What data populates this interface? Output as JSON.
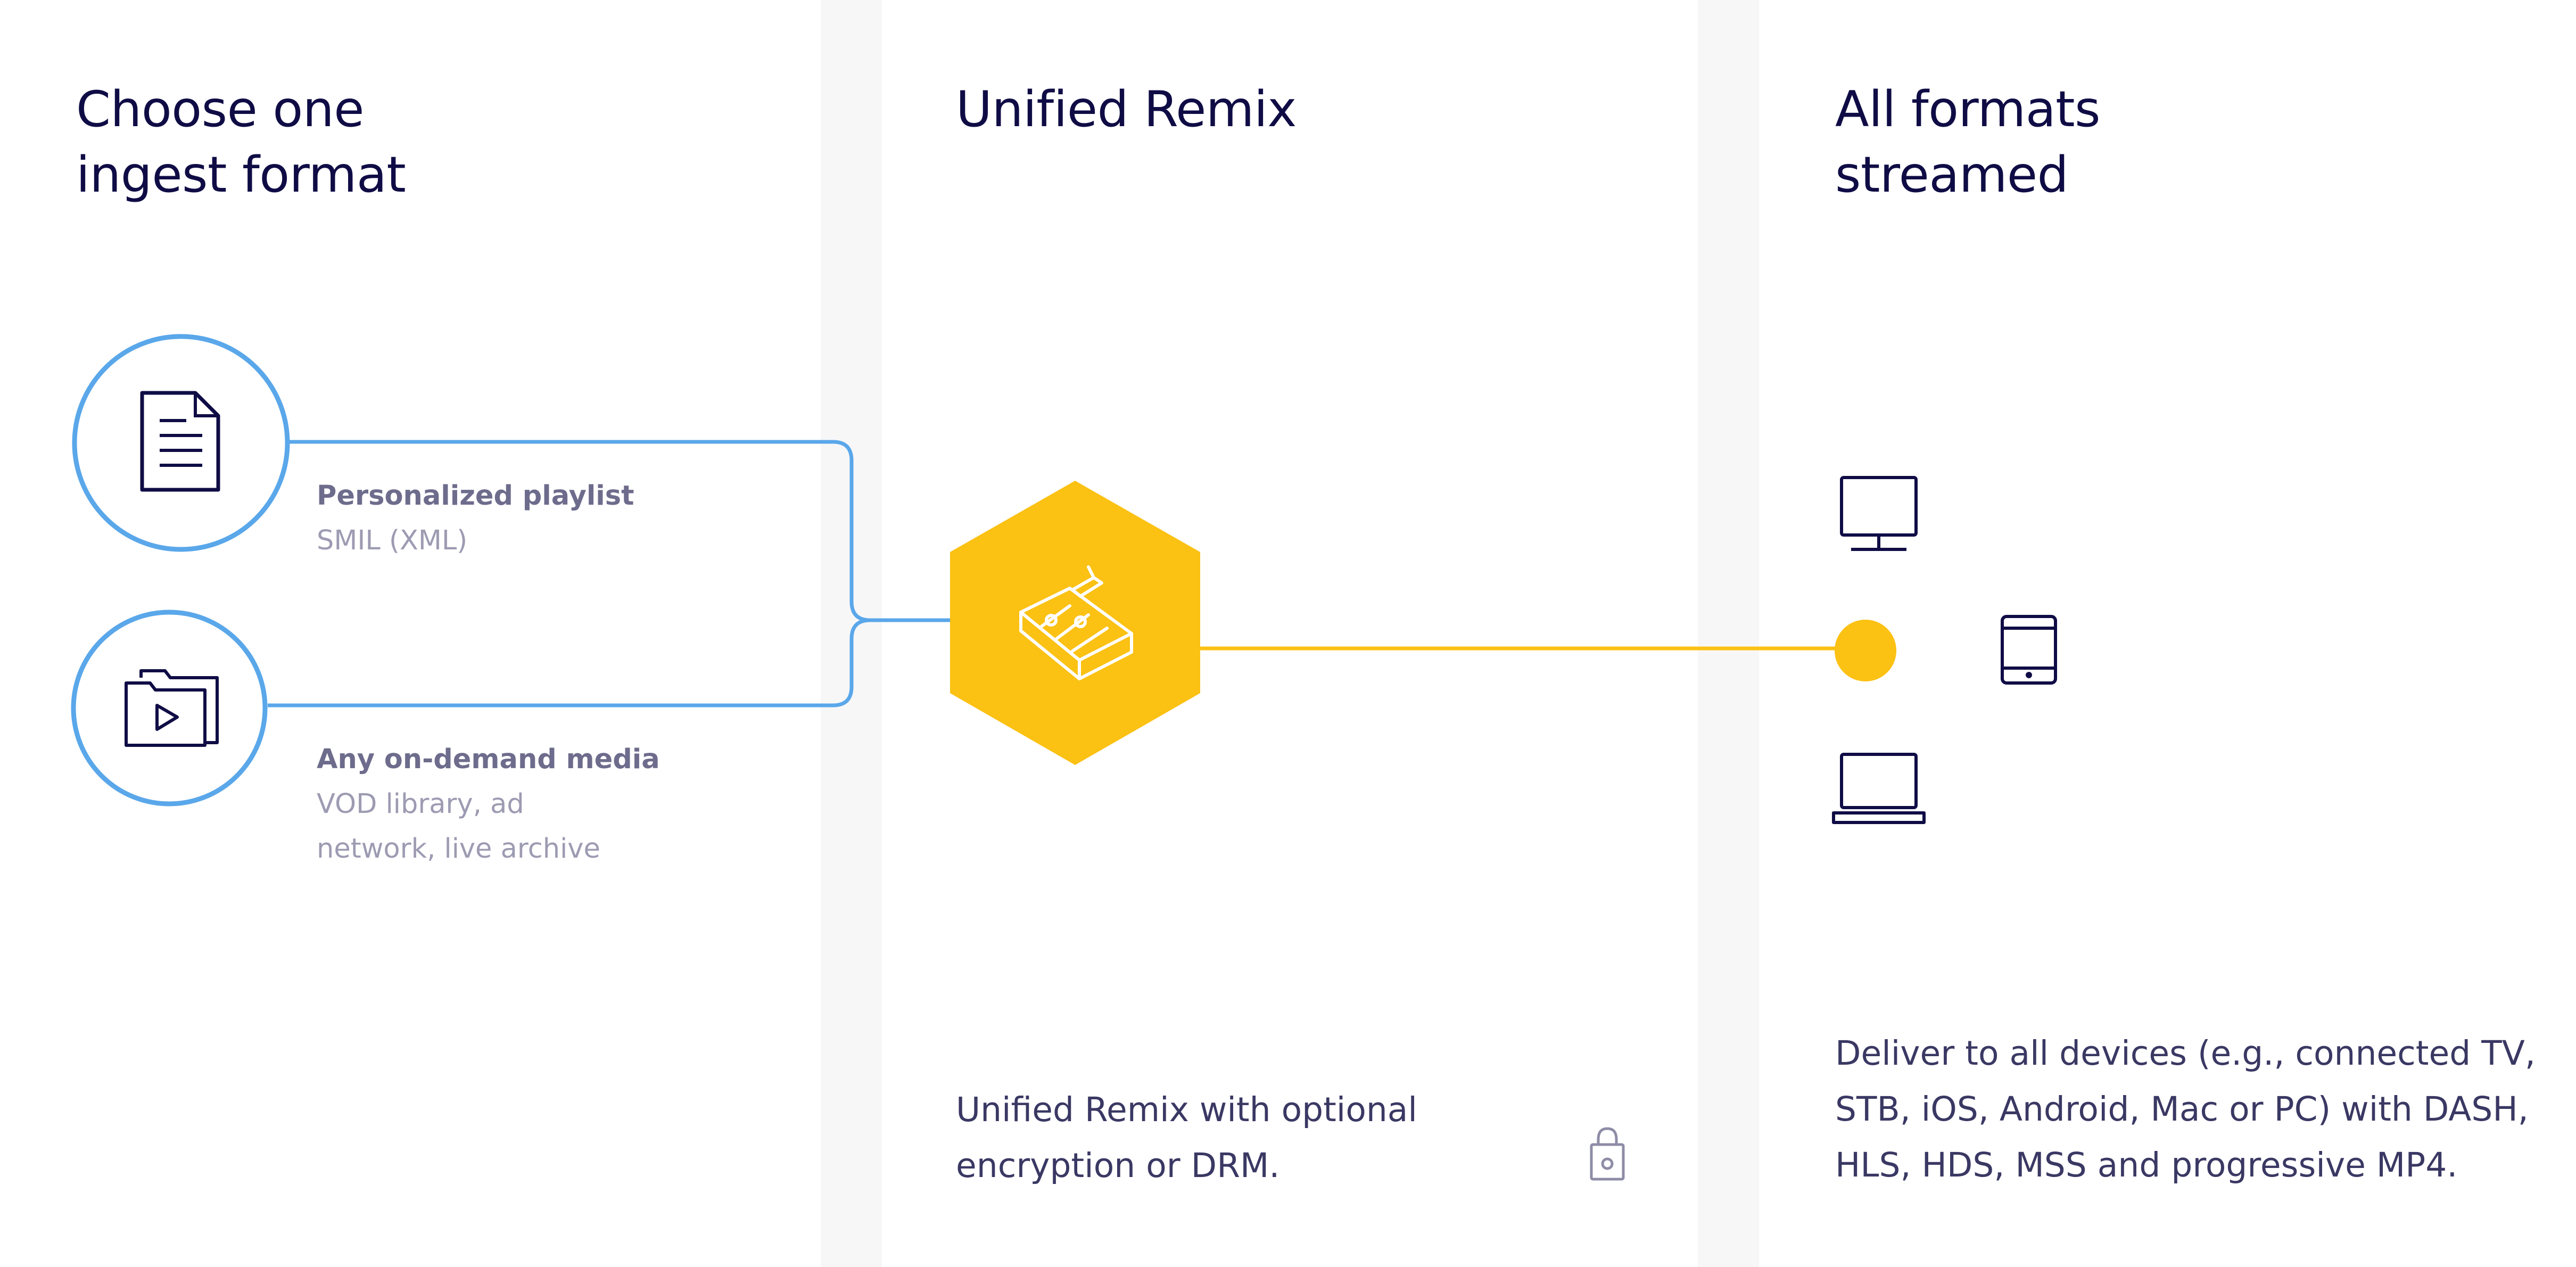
{
  "columns": {
    "ingest": {
      "title_line1": "Choose one",
      "title_line2": "ingest format"
    },
    "remix": {
      "title": "Unified Remix",
      "description_line1": "Unified Remix with optional",
      "description_line2": "encryption or DRM."
    },
    "stream": {
      "title_line1": "All formats",
      "title_line2": "streamed",
      "description_line1": "Deliver to all devices (e.g., connected TV,",
      "description_line2": "STB, iOS, Android, Mac or PC) with DASH,",
      "description_line3": "HLS, HDS, MSS and progressive MP4."
    }
  },
  "inputs": [
    {
      "title": "Personalized playlist",
      "sub_line1": "SMIL (XML)",
      "icon": "document-icon"
    },
    {
      "title": "Any on-demand media",
      "sub_line1": "VOD library, ad",
      "sub_line2": "network, live archive",
      "icon": "media-folder-icon"
    }
  ],
  "devices": [
    "monitor-icon",
    "tablet-icon",
    "laptop-icon"
  ],
  "center_icon": "mixer-icon",
  "lock_icon": "lock-icon",
  "colors": {
    "title": "#0f0c45",
    "blue_line": "#5aa7ea",
    "yellow": "#fbc113",
    "label": "#6e6c8c",
    "sublabel": "#9d9bb2",
    "gutter": "#f7f7f8"
  }
}
